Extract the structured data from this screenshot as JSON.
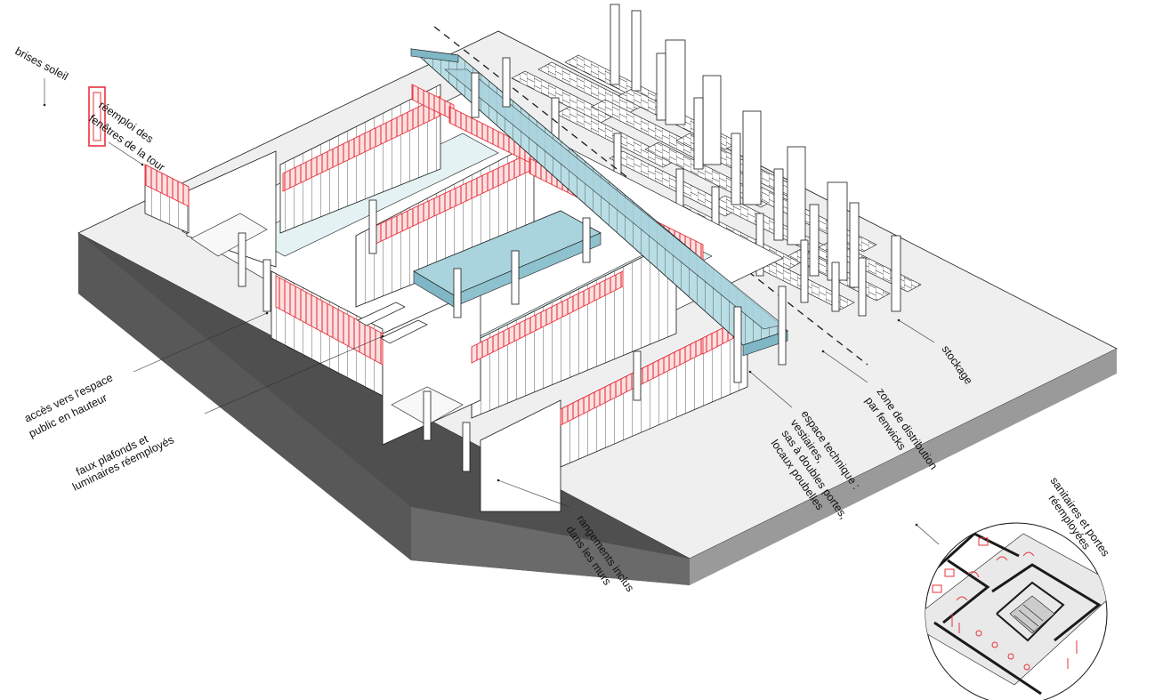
{
  "labels": {
    "brise_soleil": "brises soleil",
    "window_reuse_1": "réemploi des",
    "window_reuse_2": "fenêtres de la tour",
    "access_1": "accès vers l'espace",
    "access_2": "public en hauteur",
    "ceilings_1": "faux plafonds et",
    "ceilings_2": "luminaires réemployés",
    "storage_walls_1": "rangements inclus",
    "storage_walls_2": "dans les murs",
    "technical_1": "espace technique :",
    "technical_2": "vestiaires,",
    "technical_3": "sas à doubles portes,",
    "technical_4": "locaux poubelles",
    "distribution_1": "zone de distribution",
    "distribution_2": "par fenwicks",
    "stockage": "stockage",
    "sanitary_1": "sanitaires et portes",
    "sanitary_2": "réemployées"
  },
  "colors": {
    "background": "#ffffff",
    "slab_top": "#f2f2f2",
    "slab_side": "#9e9e9e",
    "slab_front": "#555555",
    "reuse_red": "#e8333b",
    "reuse_red_fill": "#f7c9cb",
    "glass_blue": "#a9d3dd",
    "glass_blue_dark": "#7fb7c6",
    "line": "#1a1a1a",
    "floor_tint": "#e4f2f4"
  },
  "icons": {
    "window_frame": "reused-window-frame-icon",
    "detail_circle": "sanitary-detail-magnifier"
  }
}
